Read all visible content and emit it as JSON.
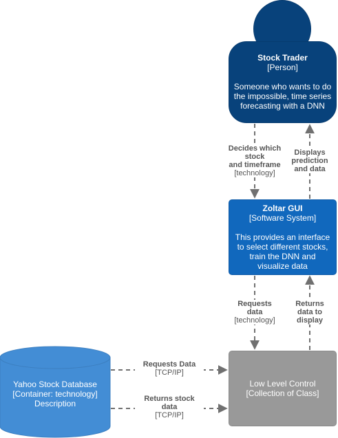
{
  "nodes": {
    "trader": {
      "title": "Stock Trader",
      "type": "[Person]",
      "description": "Someone who wants to do the impossible, time series forecasting with a DNN"
    },
    "gui": {
      "title": "Zoltar GUI",
      "type": "[Software System]",
      "description": "This provides an interface to select different stocks, train the DNN and visualize data"
    },
    "llc": {
      "title": "Low Level Control",
      "type": "[Collection of Class]"
    },
    "db": {
      "title": "Yahoo Stock Database",
      "type": "[Container: technology]",
      "description": "Description"
    }
  },
  "edges": {
    "decides": {
      "label_lines": [
        "Decides which",
        "stock",
        "and timeframe"
      ],
      "tech": "[technology]"
    },
    "displays": {
      "label_lines": [
        "Displays",
        "prediction",
        "and data"
      ]
    },
    "requests": {
      "label_lines": [
        "Requests",
        "data"
      ],
      "tech": "[technology]"
    },
    "returns": {
      "label_lines": [
        "Returns",
        "data to",
        "display"
      ]
    },
    "requests_db": {
      "label_lines": [
        "Requests Data"
      ],
      "tech": "[TCP/IP]"
    },
    "returns_db": {
      "label_lines": [
        "Returns stock",
        "data"
      ],
      "tech": "[TCP/IP]"
    }
  },
  "colors": {
    "person": "#08427b",
    "system": "#1168bd",
    "database": "#438dd5",
    "component": "#999999",
    "edge": "#707070"
  }
}
